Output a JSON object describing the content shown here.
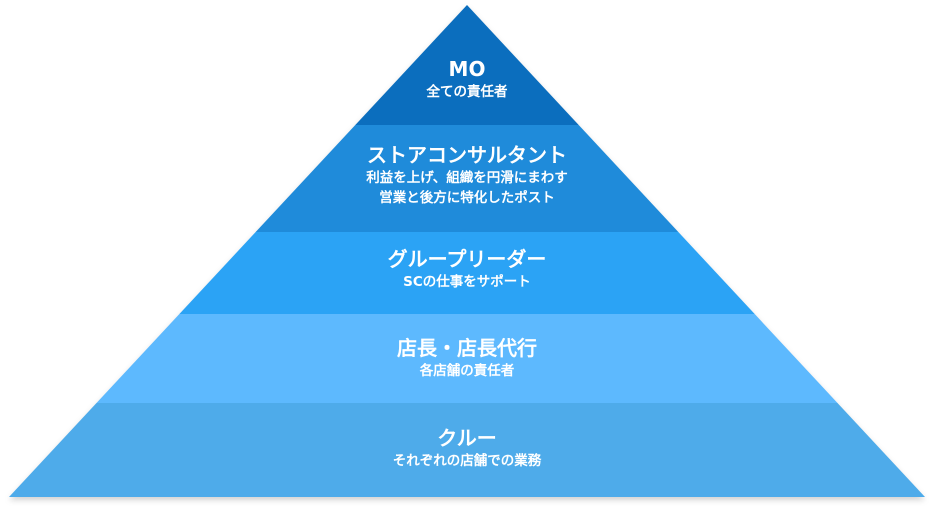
{
  "tiers": [
    {
      "title": "MO",
      "desc": [
        "全ての責任者"
      ],
      "color": "#0B6EBE"
    },
    {
      "title": "ストアコンサルタント",
      "desc": [
        "利益を上げ、組織を円滑にまわす",
        "営業と後方に特化したポスト"
      ],
      "color": "#1F8BDA"
    },
    {
      "title": "グループリーダー",
      "desc": [
        "SCの仕事をサポート"
      ],
      "color": "#2BA3F5"
    },
    {
      "title": "店長・店長代行",
      "desc": [
        "各店舗の責任者"
      ],
      "color": "#5DB9FE"
    },
    {
      "title": "クルー",
      "desc": [
        "それぞれの店舗での業務"
      ],
      "color": "#4EABEA"
    }
  ]
}
